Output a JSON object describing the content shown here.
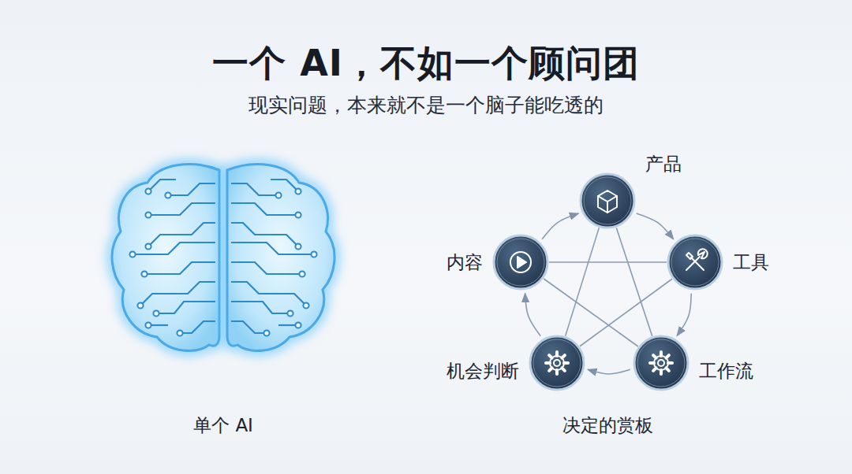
{
  "diagram": {
    "title": "一个 AI，不如一个顾问团",
    "nodes": [
      {
        "text": [
          "产品"
        ]
      },
      {
        "text": [
          "内容"
        ]
      },
      {
        "text": [
          "工具"
        ]
      },
      {
        "text": [
          "机会判断"
        ]
      },
      {
        "text": [
          "工作流"
        ]
      }
    ],
    "edges": [
      {
        "from": 0,
        "to": 2,
        "arrow": "to"
      },
      {
        "from": 2,
        "to": 4,
        "arrow": "to"
      },
      {
        "from": 4,
        "to": 3,
        "arrow": "to"
      },
      {
        "from": 3,
        "to": 1,
        "arrow": "to"
      },
      {
        "from": 1,
        "to": 0,
        "arrow": "to"
      },
      {
        "from": 0,
        "to": 3,
        "arrow": "none"
      },
      {
        "from": 0,
        "to": 4,
        "arrow": "none"
      },
      {
        "from": 1,
        "to": 2,
        "arrow": "none"
      },
      {
        "from": 1,
        "to": 4,
        "arrow": "none"
      },
      {
        "from": 2,
        "to": 3,
        "arrow": "none"
      }
    ],
    "labels": [
      "现实问题，本来就不是一个脑子能吃透的",
      "单个 AI",
      "决定的赏板"
    ]
  }
}
